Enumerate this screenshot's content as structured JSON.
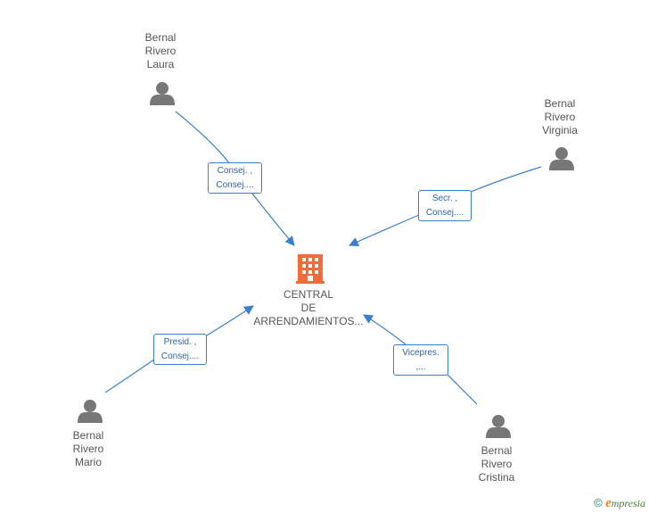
{
  "company": {
    "name_lines": [
      "CENTRAL",
      "DE",
      "ARRENDAMIENTOS..."
    ],
    "icon": "building-icon",
    "color": "#f26b3a"
  },
  "persons": [
    {
      "id": "laura",
      "name_lines": [
        "Bernal",
        "Rivero",
        "Laura"
      ],
      "icon": "person-icon"
    },
    {
      "id": "virginia",
      "name_lines": [
        "Bernal",
        "Rivero",
        "Virginia"
      ],
      "icon": "person-icon"
    },
    {
      "id": "mario",
      "name_lines": [
        "Bernal",
        "Rivero",
        "Mario"
      ],
      "icon": "person-icon"
    },
    {
      "id": "cristina",
      "name_lines": [
        "Bernal",
        "Rivero",
        "Cristina"
      ],
      "icon": "person-icon"
    }
  ],
  "relations": [
    {
      "person": "laura",
      "lines": [
        "Consej. ,",
        "Consej...."
      ]
    },
    {
      "person": "virginia",
      "lines": [
        "Secr. ,",
        "Consej...."
      ]
    },
    {
      "person": "mario",
      "lines": [
        "Presid. ,",
        "Consej...."
      ]
    },
    {
      "person": "cristina",
      "lines": [
        "Vicepres.",
        ",..."
      ]
    }
  ],
  "colors": {
    "edge": "#3a7fd0",
    "person": "#777777",
    "label": "#555555"
  },
  "footer": {
    "copyright": "©",
    "brand_initial": "e",
    "brand_rest": "mpresia"
  }
}
